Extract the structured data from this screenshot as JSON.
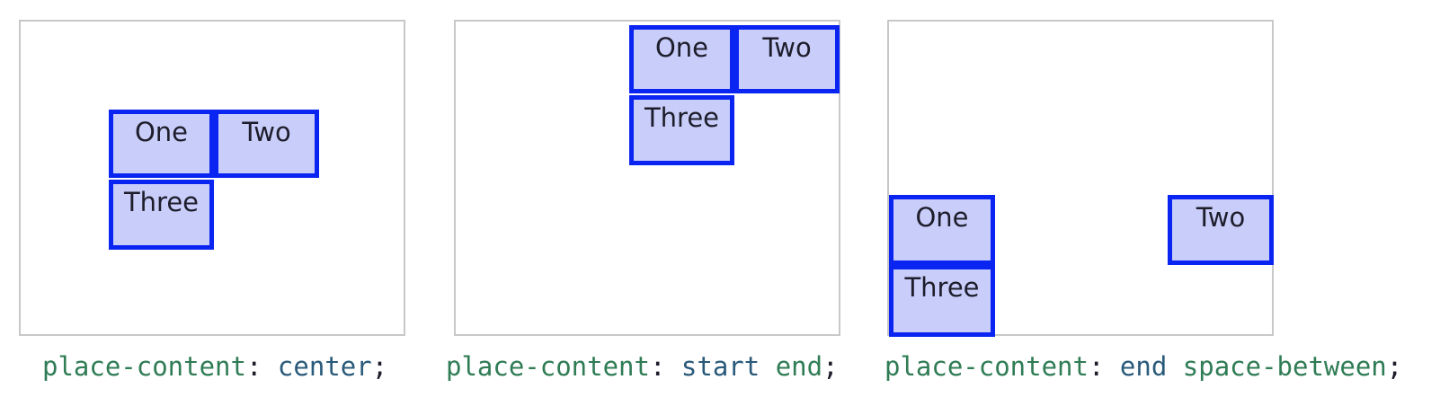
{
  "demos": [
    {
      "items": [
        "One",
        "Two",
        "Three"
      ],
      "caption": {
        "property": "place-content",
        "colon": ":",
        "value1": "center",
        "value2": "",
        "semicolon": ";"
      }
    },
    {
      "items": [
        "One",
        "Two",
        "Three"
      ],
      "caption": {
        "property": "place-content",
        "colon": ":",
        "value1": "start",
        "value2": "end",
        "semicolon": ";"
      }
    },
    {
      "items": [
        "One",
        "Two",
        "Three"
      ],
      "caption": {
        "property": "place-content",
        "colon": ":",
        "value1": "end",
        "value2": "space-between",
        "semicolon": ";"
      }
    }
  ],
  "colors": {
    "item_border": "#0a24f2",
    "item_fill": "#c9cdfa",
    "container_border": "#c8c8c8",
    "property_text": "#2f7c55",
    "value_text": "#2a5a7a"
  }
}
